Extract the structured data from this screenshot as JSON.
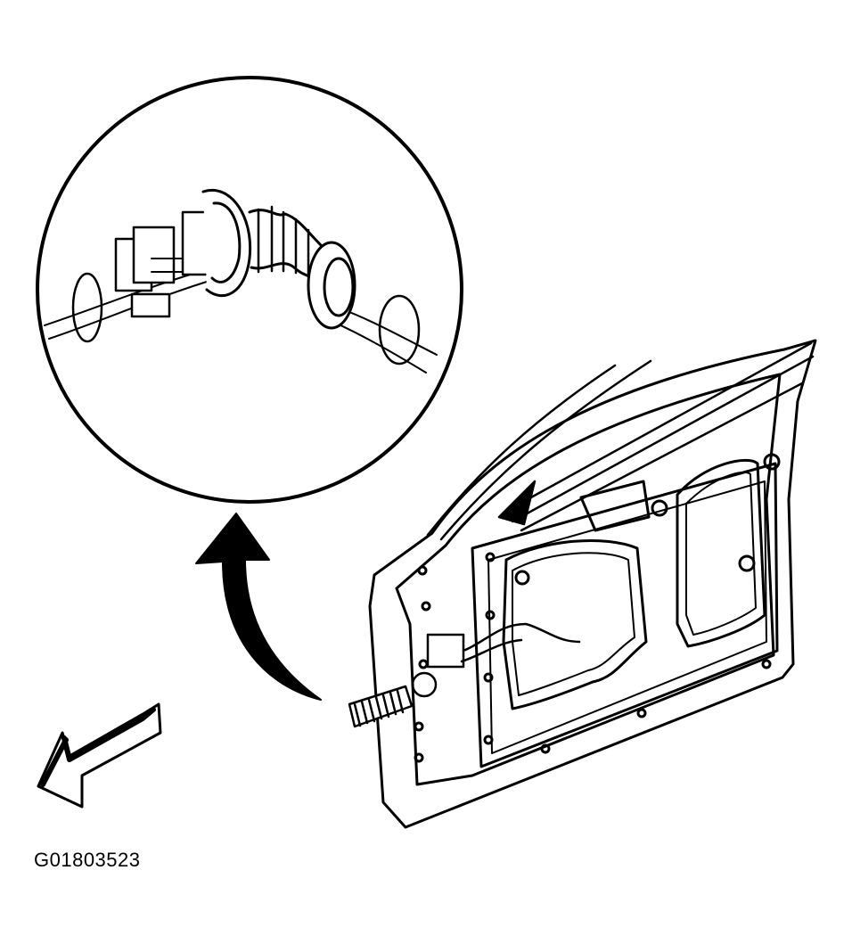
{
  "figure": {
    "id_label": "G01803523",
    "ink_color": "#000000",
    "paper_color": "#ffffff",
    "parts": [
      "detail-view-circle",
      "wiring-connector",
      "rubber-boot-grommet",
      "wire-harness",
      "callout-arrow",
      "front-door-inner-panel",
      "window-glass-run",
      "door-harness-pass-through",
      "vehicle-front-direction-arrow"
    ]
  }
}
